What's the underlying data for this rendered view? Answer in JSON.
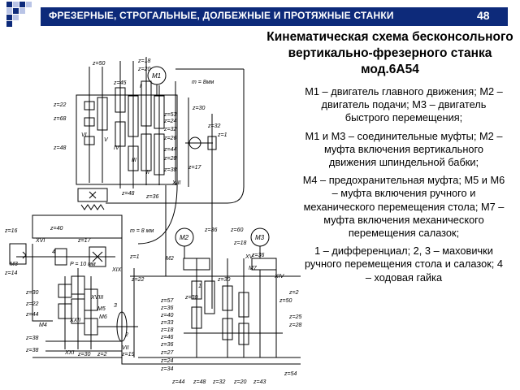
{
  "header": {
    "title": "ФРЕЗЕРНЫЕ, СТРОГАЛЬНЫЕ, ДОЛБЕЖНЫЕ И ПРОТЯЖНЫЕ СТАНКИ",
    "page_number": "48"
  },
  "slide_title": "Кинематическая схема бесконсольного вертикально-фрезерного станка мод.6А54",
  "legend": {
    "motors": "М1 – двигатель главного движения; М2 – двигатель подачи; М3 – двигатель быстрого перемещения;",
    "couplings_1": "М1 и М3 – соединительные муфты; М2 – муфта включения вертикального движения шпиндельной бабки;",
    "couplings_2": "М4 – предохранительная муфта; М5 и М6 – муфта включения ручного и механического перемещения стола; М7 – муфта включения механического перемещения салазок;",
    "parts": "1 – дифференциал; 2, 3 – маховички ручного перемещения стола и салазок; 4 – ходовая гайка"
  },
  "diagram": {
    "motor_labels": {
      "m1": "М1",
      "m2": "М2",
      "m3": "М3"
    },
    "gear_labels": {
      "g1": "z=50",
      "g2": "z=18",
      "g3": "z=20",
      "g4": "z=45",
      "g5": "z=22",
      "g6": "z=68",
      "g7": "z=48",
      "g8": "z=53",
      "g9": "z=24",
      "g10": "z=32",
      "g11": "z=26",
      "g12": "z=44",
      "g13": "z=28",
      "g14": "z=38",
      "g15": "z=36",
      "g16": "z=48",
      "g17": "z=30",
      "g18": "z=32",
      "g19": "z=1",
      "g20": "z=17",
      "g21": "z=16",
      "g22": "z=40",
      "g23": "z=14",
      "g24": "z=30",
      "g25": "z=22",
      "g26": "z=44",
      "g27": "z=38",
      "g28": "z=38",
      "g29": "z=30",
      "g30": "z=2",
      "g31": "z=19",
      "g32": "z=57",
      "g33": "z=36",
      "g34": "z=40",
      "g35": "z=33",
      "g36": "z=18",
      "g37": "z=46",
      "g38": "z=36",
      "g39": "z=27",
      "g40": "z=24",
      "g41": "z=34",
      "g42": "z=44",
      "g43": "z=48",
      "g44": "z=32",
      "g45": "z=20",
      "g46": "z=43",
      "g47": "z=50",
      "g48": "z=2",
      "g49": "z=25",
      "g50": "z=28",
      "g51": "z=54",
      "g52": "z=36",
      "g53": "z=18",
      "g54": "z=60",
      "g55": "z=22",
      "g56": "z=30",
      "g57": "z=1",
      "g58": "z=30",
      "g59": "z=17",
      "g60": "z=36"
    },
    "module_labels": {
      "m1": "m = 8мм",
      "m2": "m = 8 мм",
      "p": "P = 10 мм"
    },
    "roman": {
      "r1": "I",
      "r2": "II",
      "r3": "III",
      "r4": "IV",
      "r5": "V",
      "r6": "VI",
      "r7": "VII",
      "r8": "XIII",
      "r9": "XVI",
      "r10": "XIX",
      "r11": "XVIII",
      "r12": "XXII",
      "r13": "XXI",
      "r14": "XV",
      "r15": "XIV"
    },
    "other_labels": {
      "m2c": "М2",
      "m4": "М4",
      "m5": "М5",
      "m6": "М6",
      "m7": "М7",
      "m3c": "М3",
      "n1": "1",
      "n2": "2",
      "n3": "3",
      "n4": "4"
    }
  }
}
